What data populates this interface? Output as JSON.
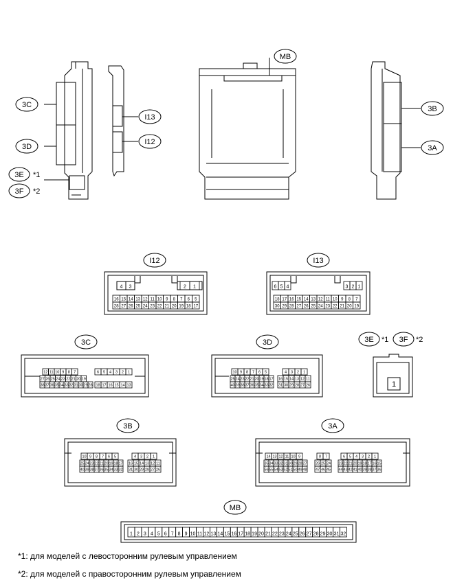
{
  "unit_labels": {
    "mb": "MB",
    "c3c": "3C",
    "c3d": "3D",
    "c3e": "3E",
    "c3f": "3F",
    "c3b": "3B",
    "c3a": "3A",
    "i13": "I13",
    "i12": "I12",
    "star1": "*1",
    "star2": "*2"
  },
  "connectors": {
    "i12": {
      "label": "I12",
      "top_left": [
        "4",
        "3"
      ],
      "top_right": [
        "2",
        "1"
      ],
      "row1": [
        "16",
        "15",
        "14",
        "13",
        "12",
        "11",
        "10",
        "9",
        "8",
        "7",
        "6",
        "5"
      ],
      "row2": [
        "28",
        "27",
        "26",
        "25",
        "24",
        "23",
        "22",
        "21",
        "20",
        "19",
        "18",
        "17"
      ]
    },
    "i13": {
      "label": "I13",
      "top_left": [
        "6",
        "5",
        "4"
      ],
      "top_right": [
        "3",
        "2",
        "1"
      ],
      "row1": [
        "18",
        "17",
        "16",
        "15",
        "14",
        "13",
        "12",
        "11",
        "10",
        "9",
        "8",
        "7"
      ],
      "row2": [
        "30",
        "29",
        "28",
        "27",
        "26",
        "25",
        "24",
        "23",
        "22",
        "21",
        "20",
        "19"
      ]
    },
    "c3c": {
      "label": "3C",
      "g1_row1": [
        "12",
        "11",
        "10",
        "9",
        "8",
        "7"
      ],
      "g1_row2": [
        "27",
        "26",
        "25",
        "24",
        "23",
        "22",
        "21",
        "20",
        "19"
      ],
      "g1_row3": [
        "38",
        "37",
        "36",
        "35",
        "34",
        "33",
        "32",
        "31",
        "30",
        "29",
        "28"
      ],
      "g2_row1": [
        "6",
        "5",
        "4",
        "3",
        "2",
        "1"
      ],
      "g2_row2": [
        "18",
        "17",
        "16",
        "15",
        "14",
        "13"
      ]
    },
    "c3d": {
      "label": "3D",
      "g1_row1": [
        "10",
        "9",
        "8",
        "7",
        "6",
        "5"
      ],
      "g1_row2": [
        "25",
        "24",
        "23",
        "22",
        "21",
        "20",
        "19",
        "18",
        "17"
      ],
      "g1_row3": [
        "40",
        "39",
        "38",
        "37",
        "36",
        "35",
        "34",
        "33",
        "32"
      ],
      "g2_row1": [
        "4",
        "3",
        "2",
        "1"
      ],
      "g2_row2": [
        "16",
        "15",
        "14",
        "13",
        "12",
        "11"
      ],
      "g2_row3": [
        "31",
        "30",
        "29",
        "28",
        "27",
        "26"
      ]
    },
    "c3ef": {
      "label1": "3E",
      "label2": "3F",
      "star1": "*1",
      "star2": "*2",
      "pin": "1"
    },
    "c3b": {
      "label": "3B",
      "g1_row1": [
        "10",
        "9",
        "8",
        "7",
        "6",
        "5"
      ],
      "g1_row2": [
        "25",
        "24",
        "23",
        "22",
        "21",
        "20",
        "19",
        "18",
        "17"
      ],
      "g1_row3": [
        "40",
        "39",
        "38",
        "37",
        "36",
        "35",
        "34",
        "33",
        "32"
      ],
      "g2_row1": [
        "4",
        "3",
        "2",
        "1"
      ],
      "g2_row2": [
        "16",
        "15",
        "14",
        "13",
        "12",
        "11"
      ],
      "g2_row3": [
        "31",
        "30",
        "29",
        "28",
        "27",
        "26"
      ]
    },
    "c3a": {
      "label": "3A",
      "g1_row1": [
        "14",
        "13",
        "12",
        "11",
        "10",
        "9"
      ],
      "g1_row2": [
        "35",
        "34",
        "33",
        "32",
        "31",
        "30",
        "29",
        "28",
        "27"
      ],
      "g1_row3": [
        "56",
        "55",
        "54",
        "53",
        "52",
        "51",
        "50",
        "49",
        "48"
      ],
      "g2_row1": [
        "8",
        "7"
      ],
      "g2_row2": [
        "26",
        "25",
        "24"
      ],
      "g2_row3": [
        "47",
        "46",
        "45"
      ],
      "g3_row1": [
        "6",
        "5",
        "4",
        "3",
        "2",
        "1"
      ],
      "g3_row2": [
        "23",
        "22",
        "21",
        "20",
        "19",
        "18",
        "17",
        "16",
        "15"
      ],
      "g3_row3": [
        "44",
        "43",
        "42",
        "41",
        "40",
        "39",
        "38",
        "37",
        "36"
      ]
    },
    "mb": {
      "label": "MB",
      "pins": [
        "1",
        "2",
        "3",
        "4",
        "5",
        "6",
        "7",
        "8",
        "9",
        "10",
        "11",
        "12",
        "13",
        "14",
        "15",
        "16",
        "17",
        "18",
        "19",
        "20",
        "21",
        "22",
        "23",
        "24",
        "25",
        "26",
        "27",
        "28",
        "29",
        "30",
        "31",
        "32"
      ]
    }
  },
  "notes": {
    "n1": "*1: для моделей с левосторонним рулевым управлением",
    "n2": "*2: для моделей с правосторонним рулевым управлением"
  }
}
